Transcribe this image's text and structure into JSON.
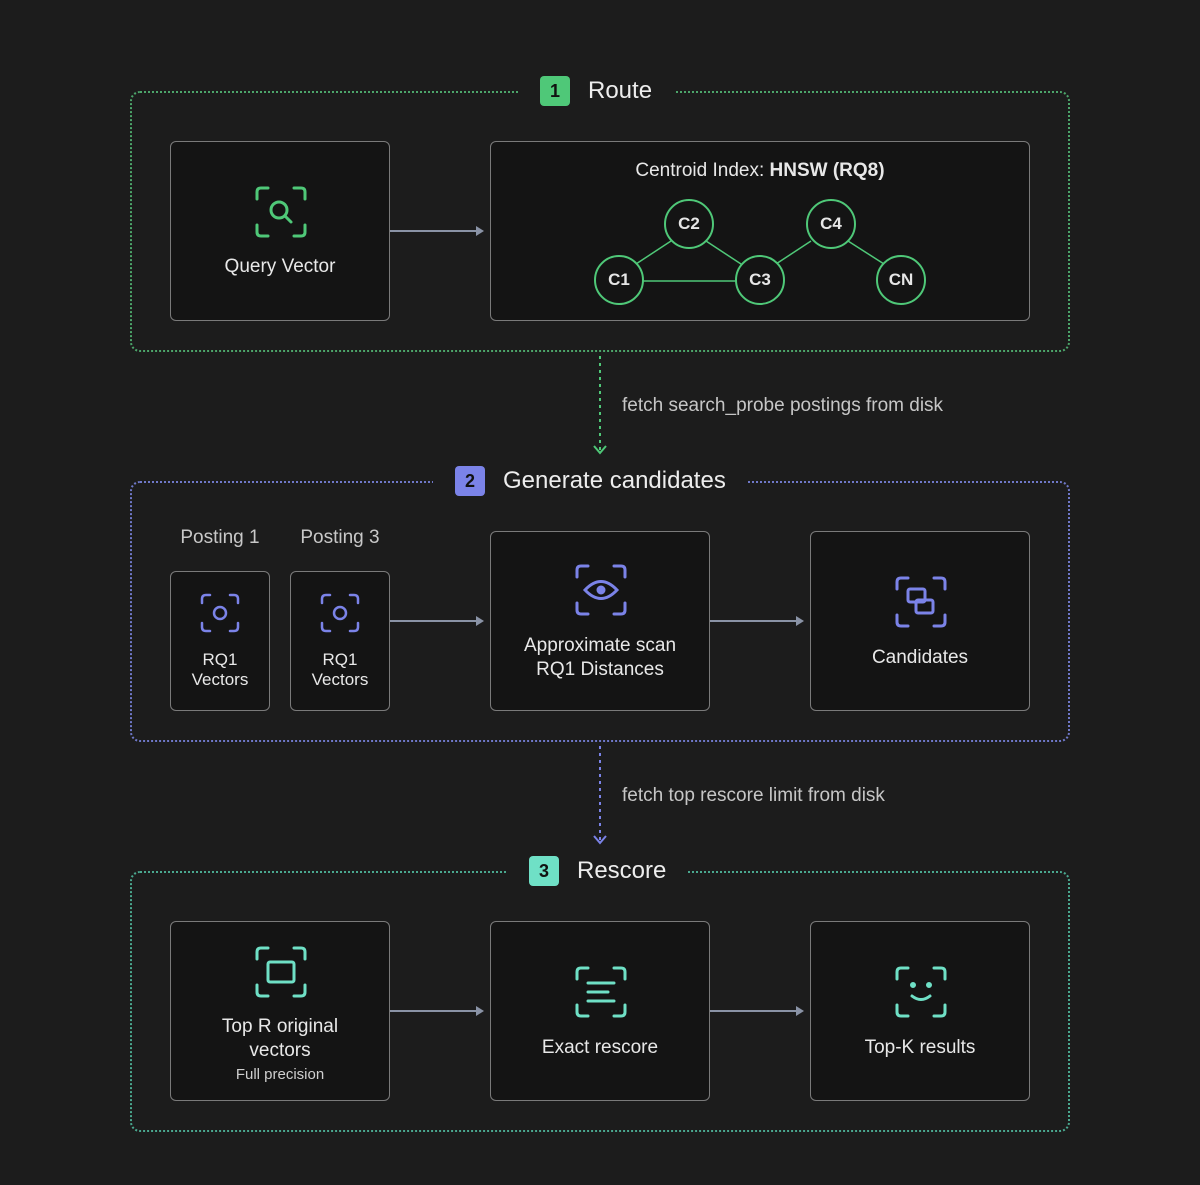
{
  "sections": [
    {
      "number": "1",
      "title": "Route"
    },
    {
      "number": "2",
      "title": "Generate candidates"
    },
    {
      "number": "3",
      "title": "Rescore"
    }
  ],
  "route": {
    "query_vector_label": "Query Vector",
    "centroid_prefix": "Centroid Index: ",
    "centroid_value": "HNSW (RQ8)",
    "nodes": [
      "C1",
      "C2",
      "C3",
      "C4",
      "CN"
    ]
  },
  "connectors": {
    "route_to_generate": "fetch search_probe postings from disk",
    "generate_to_rescore": "fetch top rescore limit from disk"
  },
  "generate": {
    "posting_1": "Posting 1",
    "posting_3": "Posting 3",
    "rq1_line1": "RQ1",
    "rq1_line2": "Vectors",
    "scan_line1": "Approximate scan",
    "scan_line2": "RQ1 Distances",
    "candidates": "Candidates"
  },
  "rescore": {
    "top_r_line1": "Top R original",
    "top_r_line2": "vectors",
    "top_r_sub": "Full precision",
    "exact": "Exact rescore",
    "topk": "Top-K results"
  },
  "colors": {
    "green": "#4fc878",
    "blue": "#7b83e8",
    "teal": "#6fe0c6",
    "arrow": "#8a93a6"
  },
  "icons": [
    "search-icon",
    "eye-icon",
    "layers-icon",
    "square-icon",
    "lines-icon",
    "smile-icon"
  ]
}
